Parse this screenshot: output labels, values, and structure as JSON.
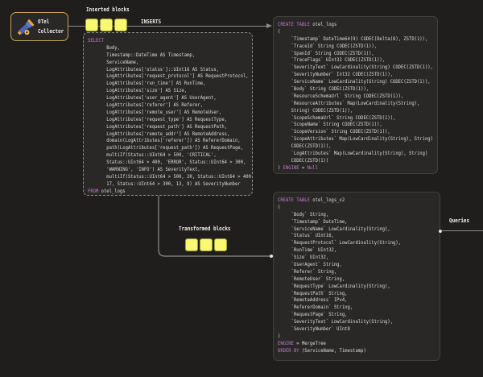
{
  "collector": {
    "name_line1": "OTel",
    "name_line2": "Collector",
    "icon": "telescope-icon"
  },
  "labels": {
    "inserted_blocks": "Inserted blocks",
    "inserts": "INSERTS",
    "transformed_blocks": "Transformed blocks",
    "queries": "Queries"
  },
  "blocks": {
    "inserted": {
      "count": 3
    },
    "transformed": {
      "count": 3
    }
  },
  "colors": {
    "bg": "#201e1d",
    "box_bg": "#2a2826",
    "box_border": "#413f3d",
    "line": "#8f8d8b",
    "text": "#dedcda",
    "label": "#f0eeec",
    "kw": "#b97fc9",
    "yellow": "#f9f871",
    "yellow_border": "#a3a032",
    "collector_border": "#c8a352"
  },
  "code_blocks": {
    "select_query": {
      "lines": [
        [
          {
            "c": "kw",
            "t": "SELECT"
          }
        ],
        [
          {
            "c": "tx",
            "t": "       Body,"
          }
        ],
        [
          {
            "c": "tx",
            "t": "       Timestamp::DateTime AS Timestamp,"
          }
        ],
        [
          {
            "c": "tx",
            "t": "       ServiceName,"
          }
        ],
        [
          {
            "c": "tx",
            "t": "       LogAttributes['status']::UInt16 AS Status,"
          }
        ],
        [
          {
            "c": "tx",
            "t": "       LogAttributes['request_protocol'] AS RequestProtocol,"
          }
        ],
        [
          {
            "c": "tx",
            "t": "       LogAttributes['run_time'] AS RunTime,"
          }
        ],
        [
          {
            "c": "tx",
            "t": "       LogAttributes['size'] AS Size,"
          }
        ],
        [
          {
            "c": "tx",
            "t": "       LogAttributes['user_agent'] AS UserAgent,"
          }
        ],
        [
          {
            "c": "tx",
            "t": "       LogAttributes['referer'] AS Referer,"
          }
        ],
        [
          {
            "c": "tx",
            "t": "       LogAttributes['remote_user'] AS RemoteUser,"
          }
        ],
        [
          {
            "c": "tx",
            "t": "       LogAttributes['request_type'] AS RequestType,"
          }
        ],
        [
          {
            "c": "tx",
            "t": "       LogAttributes['request_path'] AS RequestPath,"
          }
        ],
        [
          {
            "c": "tx",
            "t": "       LogAttributes['remote_addr'] AS RemoteAddress,"
          }
        ],
        [
          {
            "c": "tx",
            "t": "       domain(LogAttributes['referer']) AS RefererDomain,"
          }
        ],
        [
          {
            "c": "tx",
            "t": "       path(LogAttributes['request_path']) AS RequestPage,"
          }
        ],
        [
          {
            "c": "tx",
            "t": "       multiIf(Status::UInt64 > 500, 'CRITICAL',"
          }
        ],
        [
          {
            "c": "tx",
            "t": "       Status::UInt64 > 400, 'ERROR', Status::UInt64 > 300,"
          }
        ],
        [
          {
            "c": "tx",
            "t": "       'WARNING', 'INFO') AS SeverityText,"
          }
        ],
        [
          {
            "c": "tx",
            "t": "       multiIf(Status::UInt64 > 500, 20, Status::UInt64 > 400,"
          }
        ],
        [
          {
            "c": "tx",
            "t": "       17, Status::UInt64 > 300, 13, 9) AS SeverityNumber"
          }
        ],
        [
          {
            "c": "kw",
            "t": "FROM"
          },
          {
            "c": "tx",
            "t": " otel_logs"
          }
        ]
      ]
    },
    "create_table_otel_logs": {
      "lines": [
        [
          {
            "c": "kw",
            "t": "CREATE TABLE"
          },
          {
            "c": "tx",
            "t": " otel_logs"
          }
        ],
        [
          {
            "c": "tx",
            "t": "("
          }
        ],
        [
          {
            "c": "tx",
            "t": "     `Timestamp` DateTime64(9) CODEC(Delta(8), ZSTD(1)),"
          }
        ],
        [
          {
            "c": "tx",
            "t": "     `TraceId` String CODEC(ZSTD(1)),"
          }
        ],
        [
          {
            "c": "tx",
            "t": "     `SpanId` String CODEC(ZSTD(1)),"
          }
        ],
        [
          {
            "c": "tx",
            "t": "     `TraceFlags` UInt32 CODEC(ZSTD(1)),"
          }
        ],
        [
          {
            "c": "tx",
            "t": "     `SeverityText` LowCardinality(String) CODEC(ZSTD(1)),"
          }
        ],
        [
          {
            "c": "tx",
            "t": "     `SeverityNumber` Int32 CODEC(ZSTD(1)),"
          }
        ],
        [
          {
            "c": "tx",
            "t": "     `ServiceName` LowCardinality(String) CODEC(ZSTD(1)),"
          }
        ],
        [
          {
            "c": "tx",
            "t": "     `Body` String CODEC(ZSTD(1)),"
          }
        ],
        [
          {
            "c": "tx",
            "t": "     `ResourceSchemaUrl` String CODEC(ZSTD(1)),"
          }
        ],
        [
          {
            "c": "tx",
            "t": "     `ResourceAttributes` Map(LowCardinality(String),"
          }
        ],
        [
          {
            "c": "tx",
            "t": "     String) CODEC(ZSTD(1)),"
          }
        ],
        [
          {
            "c": "tx",
            "t": "     `ScopeSchemaUrl` String CODEC(ZSTD(1)),"
          }
        ],
        [
          {
            "c": "tx",
            "t": "     `ScopeName` String CODEC(ZSTD(1)),"
          }
        ],
        [
          {
            "c": "tx",
            "t": "     `ScopeVersion` String CODEC(ZSTD(1)),"
          }
        ],
        [
          {
            "c": "tx",
            "t": "     `ScopeAttributes` Map(LowCardinality(String), String)"
          }
        ],
        [
          {
            "c": "tx",
            "t": "     CODEC(ZSTD(1)),"
          }
        ],
        [
          {
            "c": "tx",
            "t": "     `LogAttributes` Map(LowCardinality(String), String)"
          }
        ],
        [
          {
            "c": "tx",
            "t": "     CODEC(ZSTD(1))"
          }
        ],
        [
          {
            "c": "tx",
            "t": ") "
          },
          {
            "c": "kw",
            "t": "ENGINE"
          },
          {
            "c": "tx",
            "t": " = "
          },
          {
            "c": "kw",
            "t": "Null"
          }
        ]
      ]
    },
    "create_table_otel_logs_v2": {
      "lines": [
        [
          {
            "c": "kw",
            "t": "CREATE TABLE"
          },
          {
            "c": "tx",
            "t": " otel_logs_v2"
          }
        ],
        [
          {
            "c": "tx",
            "t": "("
          }
        ],
        [
          {
            "c": "tx",
            "t": "     `Body` String,"
          }
        ],
        [
          {
            "c": "tx",
            "t": "     `Timestamp` DateTime,"
          }
        ],
        [
          {
            "c": "tx",
            "t": "     `ServiceName` LowCardinality(String),"
          }
        ],
        [
          {
            "c": "tx",
            "t": "     `Status` UInt16,"
          }
        ],
        [
          {
            "c": "tx",
            "t": "     `RequestProtocol` LowCardinality(String),"
          }
        ],
        [
          {
            "c": "tx",
            "t": "     `RunTime` UInt32,"
          }
        ],
        [
          {
            "c": "tx",
            "t": "     `Size` UInt32,"
          }
        ],
        [
          {
            "c": "tx",
            "t": "     `UserAgent` String,"
          }
        ],
        [
          {
            "c": "tx",
            "t": "     `Referer` String,"
          }
        ],
        [
          {
            "c": "tx",
            "t": "     `RemoteUser` String,"
          }
        ],
        [
          {
            "c": "tx",
            "t": "     `RequestType` LowCardinality(String),"
          }
        ],
        [
          {
            "c": "tx",
            "t": "     `RequestPath` String,"
          }
        ],
        [
          {
            "c": "tx",
            "t": "     `RemoteAddress` IPv4,"
          }
        ],
        [
          {
            "c": "tx",
            "t": "     `RefererDomain` String,"
          }
        ],
        [
          {
            "c": "tx",
            "t": "     `RequestPage` String,"
          }
        ],
        [
          {
            "c": "tx",
            "t": "     `SeverityText` LowCardinality(String),"
          }
        ],
        [
          {
            "c": "tx",
            "t": "     `SeverityNumber` UInt8"
          }
        ],
        [
          {
            "c": "tx",
            "t": ")"
          }
        ],
        [
          {
            "c": "kw",
            "t": "ENGINE"
          },
          {
            "c": "tx",
            "t": " = MergeTree"
          }
        ],
        [
          {
            "c": "kw",
            "t": "ORDER BY"
          },
          {
            "c": "tx",
            "t": " (ServiceName, Timestamp)"
          }
        ]
      ]
    }
  }
}
